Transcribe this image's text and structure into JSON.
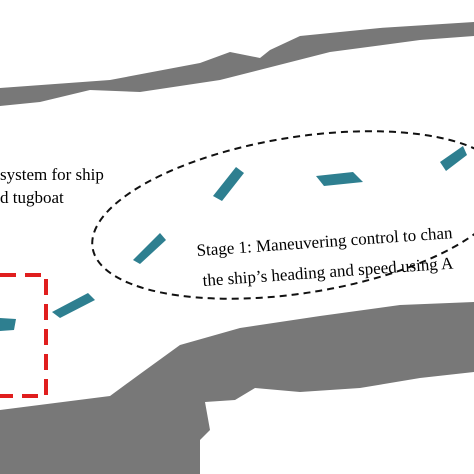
{
  "annotations": {
    "left_line1": "system for ship",
    "left_line2": "d tugboat",
    "stage_line1": "Stage 1: Maneuvering control to chan",
    "stage_line2": "the ship’s heading and speed using A"
  },
  "colors": {
    "channel_gray": "#787878",
    "water": "#ffffff",
    "ship": "#2e7f90",
    "ellipse": "#111111",
    "red_box": "#e01e1e",
    "text": "#000000"
  }
}
